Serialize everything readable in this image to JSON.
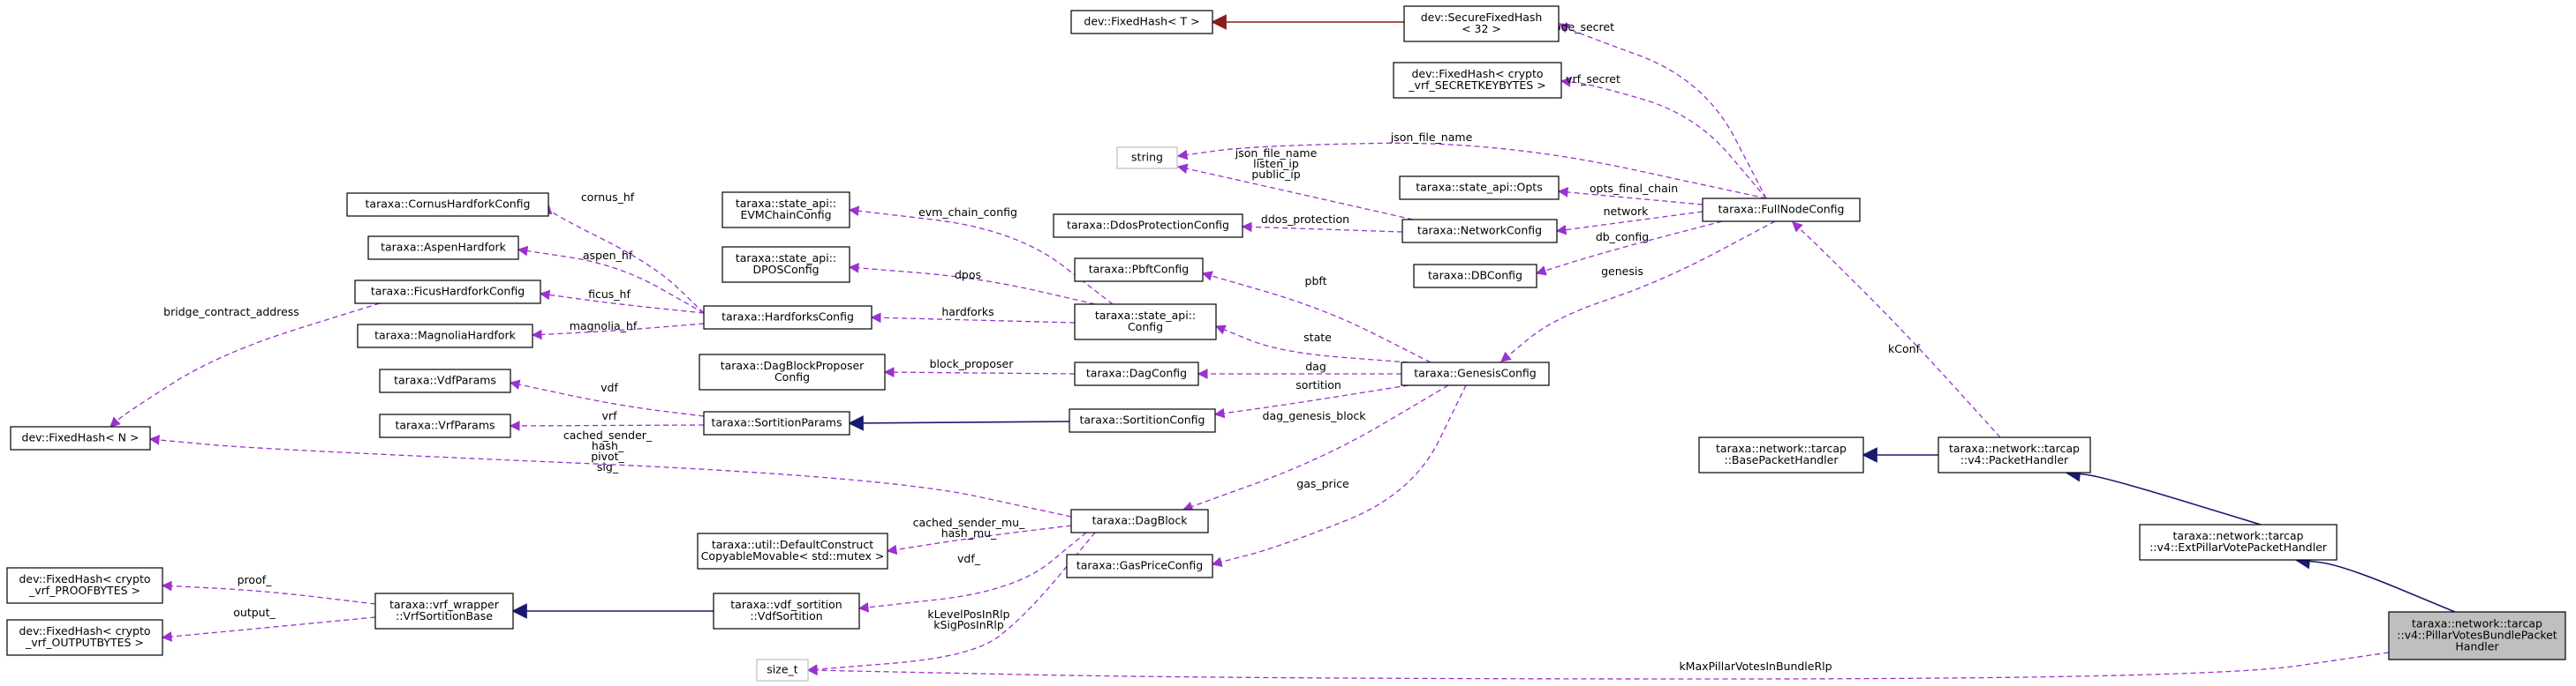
{
  "colors": {
    "member_edge": "#9a32cd",
    "inherit_edge": "#191970",
    "template_edge": "#8b1a1a",
    "focus_fill": "#bfbfbf",
    "builtin_border": "#bfbfbf"
  },
  "nodes": {
    "fixedhash_t": {
      "lines": [
        "dev::FixedHash< T >"
      ],
      "style": "box"
    },
    "securefixedhash": {
      "lines": [
        "dev::SecureFixedHash",
        "< 32 >"
      ],
      "style": "box"
    },
    "fixedhash_vrfsecret": {
      "lines": [
        "dev::FixedHash< crypto",
        "_vrf_SECRETKEYBYTES >"
      ],
      "style": "box"
    },
    "string": {
      "lines": [
        "string"
      ],
      "style": "gray"
    },
    "opts": {
      "lines": [
        "taraxa::state_api::Opts"
      ],
      "style": "box"
    },
    "ddos": {
      "lines": [
        "taraxa::DdosProtectionConfig"
      ],
      "style": "box"
    },
    "networkconfig": {
      "lines": [
        "taraxa::NetworkConfig"
      ],
      "style": "box"
    },
    "fullnodeconfig": {
      "lines": [
        "taraxa::FullNodeConfig"
      ],
      "style": "box"
    },
    "dbconfig": {
      "lines": [
        "taraxa::DBConfig"
      ],
      "style": "box"
    },
    "cornus": {
      "lines": [
        "taraxa::CornusHardforkConfig"
      ],
      "style": "box"
    },
    "aspen": {
      "lines": [
        "taraxa::AspenHardfork"
      ],
      "style": "box"
    },
    "ficus": {
      "lines": [
        "taraxa::FicusHardforkConfig"
      ],
      "style": "box"
    },
    "magnolia": {
      "lines": [
        "taraxa::MagnoliaHardfork"
      ],
      "style": "box"
    },
    "hardforks": {
      "lines": [
        "taraxa::HardforksConfig"
      ],
      "style": "box"
    },
    "evmchain": {
      "lines": [
        "taraxa::state_api::",
        "EVMChainConfig"
      ],
      "style": "box"
    },
    "dposconfig": {
      "lines": [
        "taraxa::state_api::",
        "DPOSConfig"
      ],
      "style": "box"
    },
    "pbft": {
      "lines": [
        "taraxa::PbftConfig"
      ],
      "style": "box"
    },
    "stateconfig": {
      "lines": [
        "taraxa::state_api::",
        "Config"
      ],
      "style": "box"
    },
    "dagproposer": {
      "lines": [
        "taraxa::DagBlockProposer",
        "Config"
      ],
      "style": "box"
    },
    "dagconfig": {
      "lines": [
        "taraxa::DagConfig"
      ],
      "style": "box"
    },
    "genesis": {
      "lines": [
        "taraxa::GenesisConfig"
      ],
      "style": "box"
    },
    "vdfparams": {
      "lines": [
        "taraxa::VdfParams"
      ],
      "style": "box"
    },
    "vrfparams": {
      "lines": [
        "taraxa::VrfParams"
      ],
      "style": "box"
    },
    "sortparams": {
      "lines": [
        "taraxa::SortitionParams"
      ],
      "style": "box"
    },
    "sortconfig": {
      "lines": [
        "taraxa::SortitionConfig"
      ],
      "style": "box"
    },
    "fixedhash_n": {
      "lines": [
        "dev::FixedHash< N >"
      ],
      "style": "box"
    },
    "basepacket": {
      "lines": [
        "taraxa::network::tarcap",
        "::BasePacketHandler"
      ],
      "style": "box"
    },
    "packethandler": {
      "lines": [
        "taraxa::network::tarcap",
        "::v4::PacketHandler"
      ],
      "style": "box"
    },
    "dagblock": {
      "lines": [
        "taraxa::DagBlock"
      ],
      "style": "box"
    },
    "extpillar": {
      "lines": [
        "taraxa::network::tarcap",
        "::v4::ExtPillarVotePacketHandler"
      ],
      "style": "box"
    },
    "defaultconstruct": {
      "lines": [
        "taraxa::util::DefaultConstruct",
        "CopyableMovable< std::mutex >"
      ],
      "style": "box"
    },
    "gasprice": {
      "lines": [
        "taraxa::GasPriceConfig"
      ],
      "style": "box"
    },
    "fixedhash_proof": {
      "lines": [
        "dev::FixedHash< crypto",
        "_vrf_PROOFBYTES >"
      ],
      "style": "box"
    },
    "vrfbase": {
      "lines": [
        "taraxa::vrf_wrapper",
        "::VrfSortitionBase"
      ],
      "style": "box"
    },
    "vdfsortition": {
      "lines": [
        "taraxa::vdf_sortition",
        "::VdfSortition"
      ],
      "style": "box"
    },
    "fixedhash_output": {
      "lines": [
        "dev::FixedHash< crypto",
        "_vrf_OUTPUTBYTES >"
      ],
      "style": "box"
    },
    "sizet": {
      "lines": [
        "size_t"
      ],
      "style": "gray"
    },
    "focus": {
      "lines": [
        "taraxa::network::tarcap",
        "::v4::PillarVotesBundlePacket",
        "Handler"
      ],
      "style": "focus"
    }
  },
  "edges": [
    {
      "from": "securefixedhash",
      "to": "fixedhash_t",
      "kind": "template",
      "label": []
    },
    {
      "from": "fullnodeconfig",
      "to": "securefixedhash",
      "kind": "member",
      "label": [
        "node_secret"
      ]
    },
    {
      "from": "fullnodeconfig",
      "to": "fixedhash_vrfsecret",
      "kind": "member",
      "label": [
        "vrf_secret"
      ]
    },
    {
      "from": "fullnodeconfig",
      "to": "string",
      "kind": "member",
      "label": [
        "json_file_name"
      ]
    },
    {
      "from": "networkconfig",
      "to": "string",
      "kind": "member",
      "label": [
        "json_file_name",
        "listen_ip",
        "public_ip"
      ]
    },
    {
      "from": "fullnodeconfig",
      "to": "opts",
      "kind": "member",
      "label": [
        "opts_final_chain"
      ]
    },
    {
      "from": "networkconfig",
      "to": "ddos",
      "kind": "member",
      "label": [
        "ddos_protection"
      ]
    },
    {
      "from": "fullnodeconfig",
      "to": "networkconfig",
      "kind": "member",
      "label": [
        "network"
      ]
    },
    {
      "from": "fullnodeconfig",
      "to": "dbconfig",
      "kind": "member",
      "label": [
        "db_config"
      ]
    },
    {
      "from": "fullnodeconfig",
      "to": "genesis",
      "kind": "member",
      "label": [
        "genesis"
      ]
    },
    {
      "from": "packethandler",
      "to": "fullnodeconfig",
      "kind": "member",
      "label": [
        "kConf"
      ]
    },
    {
      "from": "hardforks",
      "to": "cornus",
      "kind": "member",
      "label": [
        "cornus_hf"
      ]
    },
    {
      "from": "hardforks",
      "to": "aspen",
      "kind": "member",
      "label": [
        "aspen_hf"
      ]
    },
    {
      "from": "hardforks",
      "to": "ficus",
      "kind": "member",
      "label": [
        "ficus_hf"
      ]
    },
    {
      "from": "hardforks",
      "to": "magnolia",
      "kind": "member",
      "label": [
        "magnolia_hf"
      ]
    },
    {
      "from": "ficus",
      "to": "fixedhash_n",
      "kind": "member",
      "label": [
        "bridge_contract_address"
      ]
    },
    {
      "from": "stateconfig",
      "to": "evmchain",
      "kind": "member",
      "label": [
        "evm_chain_config"
      ]
    },
    {
      "from": "stateconfig",
      "to": "dposconfig",
      "kind": "member",
      "label": [
        "dpos"
      ]
    },
    {
      "from": "stateconfig",
      "to": "hardforks",
      "kind": "member",
      "label": [
        "hardforks"
      ]
    },
    {
      "from": "genesis",
      "to": "pbft",
      "kind": "member",
      "label": [
        "pbft"
      ]
    },
    {
      "from": "genesis",
      "to": "stateconfig",
      "kind": "member",
      "label": [
        "state"
      ]
    },
    {
      "from": "dagconfig",
      "to": "dagproposer",
      "kind": "member",
      "label": [
        "block_proposer"
      ]
    },
    {
      "from": "genesis",
      "to": "dagconfig",
      "kind": "member",
      "label": [
        "dag"
      ]
    },
    {
      "from": "genesis",
      "to": "sortconfig",
      "kind": "member",
      "label": [
        "sortition"
      ]
    },
    {
      "from": "sortparams",
      "to": "vdfparams",
      "kind": "member",
      "label": [
        "vdf"
      ]
    },
    {
      "from": "sortparams",
      "to": "vrfparams",
      "kind": "member",
      "label": [
        "vrf"
      ]
    },
    {
      "from": "sortconfig",
      "to": "sortparams",
      "kind": "inherit",
      "label": []
    },
    {
      "from": "genesis",
      "to": "dagblock",
      "kind": "member",
      "label": [
        "dag_genesis_block"
      ]
    },
    {
      "from": "genesis",
      "to": "gasprice",
      "kind": "member",
      "label": [
        "gas_price"
      ]
    },
    {
      "from": "dagblock",
      "to": "fixedhash_n",
      "kind": "member",
      "label": [
        "cached_sender_",
        "hash_",
        "pivot_",
        "sig_"
      ]
    },
    {
      "from": "dagblock",
      "to": "defaultconstruct",
      "kind": "member",
      "label": [
        "cached_sender_mu_",
        "hash_mu_"
      ]
    },
    {
      "from": "dagblock",
      "to": "vdfsortition",
      "kind": "member",
      "label": [
        "vdf_"
      ]
    },
    {
      "from": "dagblock",
      "to": "sizet",
      "kind": "member",
      "label": [
        "kLevelPosInRlp",
        "kSigPosInRlp"
      ]
    },
    {
      "from": "vdfsortition",
      "to": "vrfbase",
      "kind": "inherit",
      "label": []
    },
    {
      "from": "vrfbase",
      "to": "fixedhash_proof",
      "kind": "member",
      "label": [
        "proof_"
      ]
    },
    {
      "from": "vrfbase",
      "to": "fixedhash_output",
      "kind": "member",
      "label": [
        "output_"
      ]
    },
    {
      "from": "packethandler",
      "to": "basepacket",
      "kind": "inherit",
      "label": []
    },
    {
      "from": "extpillar",
      "to": "packethandler",
      "kind": "inherit",
      "label": []
    },
    {
      "from": "focus",
      "to": "extpillar",
      "kind": "inherit",
      "label": []
    },
    {
      "from": "focus",
      "to": "sizet",
      "kind": "member",
      "label": [
        "kMaxPillarVotesInBundleRlp"
      ]
    }
  ]
}
